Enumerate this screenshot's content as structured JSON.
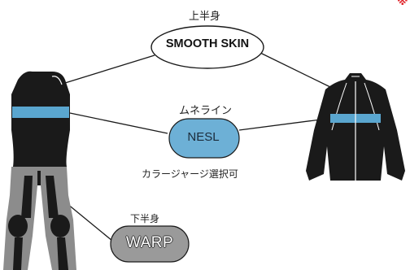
{
  "labels": {
    "upper_body": "上半身",
    "chest_line": "ムネライン",
    "color_option": "カラージャージ選択可",
    "lower_body": "下半身"
  },
  "pills": {
    "smooth_skin": "SMOOTH SKIN",
    "nesl": "NESL",
    "warp": "WARP"
  },
  "corner_mark": "※",
  "colors": {
    "suit_black": "#1a1a1a",
    "suit_gray": "#8c8c8c",
    "chest_band_blue": "#5aa6cf",
    "nesl_pill": "#6db0d6",
    "warp_pill": "#9a9a9a",
    "accent_red": "#e0282e"
  }
}
